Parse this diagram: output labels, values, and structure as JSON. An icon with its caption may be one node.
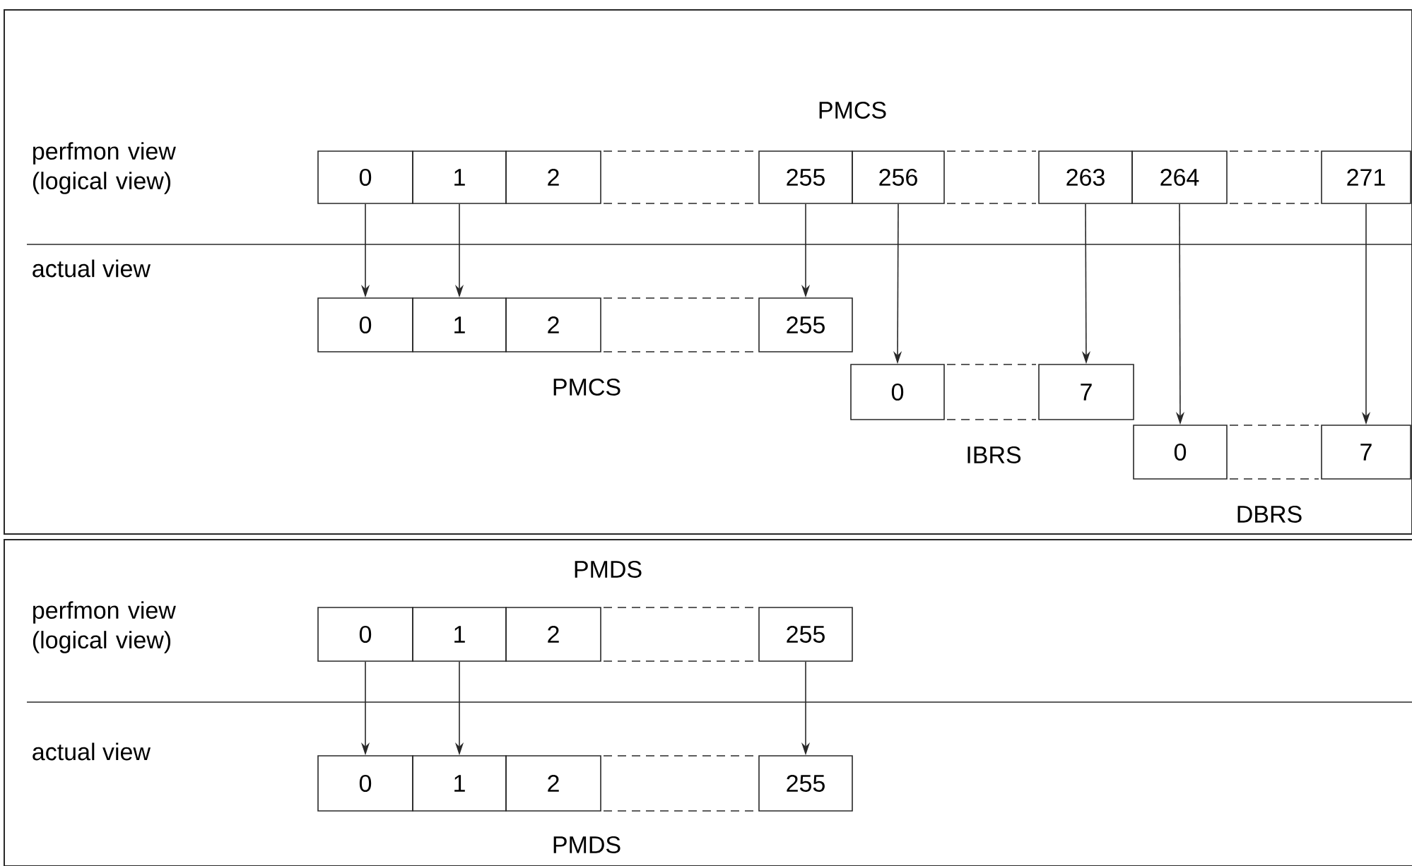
{
  "diagram": {
    "nodes": [
      {
        "text": [
          "0"
        ]
      },
      {
        "text": [
          "1"
        ]
      },
      {
        "text": [
          "2"
        ]
      },
      {
        "text": [],
        "shape": "box"
      },
      {
        "text": [
          "255"
        ]
      },
      {
        "text": [
          "256"
        ]
      },
      {
        "text": [],
        "shape": "box"
      },
      {
        "text": [
          "263"
        ]
      },
      {
        "text": [
          "264"
        ]
      },
      {
        "text": [],
        "shape": "box"
      },
      {
        "text": [
          "271"
        ]
      },
      {
        "text": [
          "0"
        ]
      },
      {
        "text": [
          "1"
        ]
      },
      {
        "text": [
          "2"
        ]
      },
      {
        "text": [],
        "shape": "box"
      },
      {
        "text": [
          "255"
        ]
      },
      {
        "text": [
          "0"
        ]
      },
      {
        "text": [],
        "shape": "box"
      },
      {
        "text": [
          "7"
        ]
      },
      {
        "text": [
          "0"
        ]
      },
      {
        "text": [],
        "shape": "box"
      },
      {
        "text": [
          "7"
        ]
      },
      {
        "text": [
          "0"
        ]
      },
      {
        "text": [
          "1"
        ]
      },
      {
        "text": [
          "2"
        ]
      },
      {
        "text": [],
        "shape": "box"
      },
      {
        "text": [
          "255"
        ]
      },
      {
        "text": [
          "0"
        ]
      },
      {
        "text": [
          "1"
        ]
      },
      {
        "text": [
          "2"
        ]
      },
      {
        "text": [],
        "shape": "box"
      },
      {
        "text": [
          "255"
        ]
      }
    ],
    "edges": [
      {
        "from": 0,
        "to": 11,
        "arrow": "to"
      },
      {
        "from": 1,
        "to": 12,
        "arrow": "to"
      },
      {
        "from": 4,
        "to": 15,
        "arrow": "to"
      },
      {
        "from": 5,
        "to": 16,
        "arrow": "to"
      },
      {
        "from": 7,
        "to": 18,
        "arrow": "to"
      },
      {
        "from": 8,
        "to": 19,
        "arrow": "to"
      },
      {
        "from": 10,
        "to": 21,
        "arrow": "to"
      },
      {
        "from": 22,
        "to": 27,
        "arrow": "to"
      },
      {
        "from": 23,
        "to": 28,
        "arrow": "to"
      },
      {
        "from": 26,
        "to": 31,
        "arrow": "to"
      }
    ],
    "labels": [
      "PMCS",
      "perfmon view (logical view)",
      "actual view",
      "PMCS",
      "IBRS",
      "DBRS",
      "PMDS",
      "perfmon view (logical view)",
      "actual view",
      "PMDS"
    ]
  }
}
